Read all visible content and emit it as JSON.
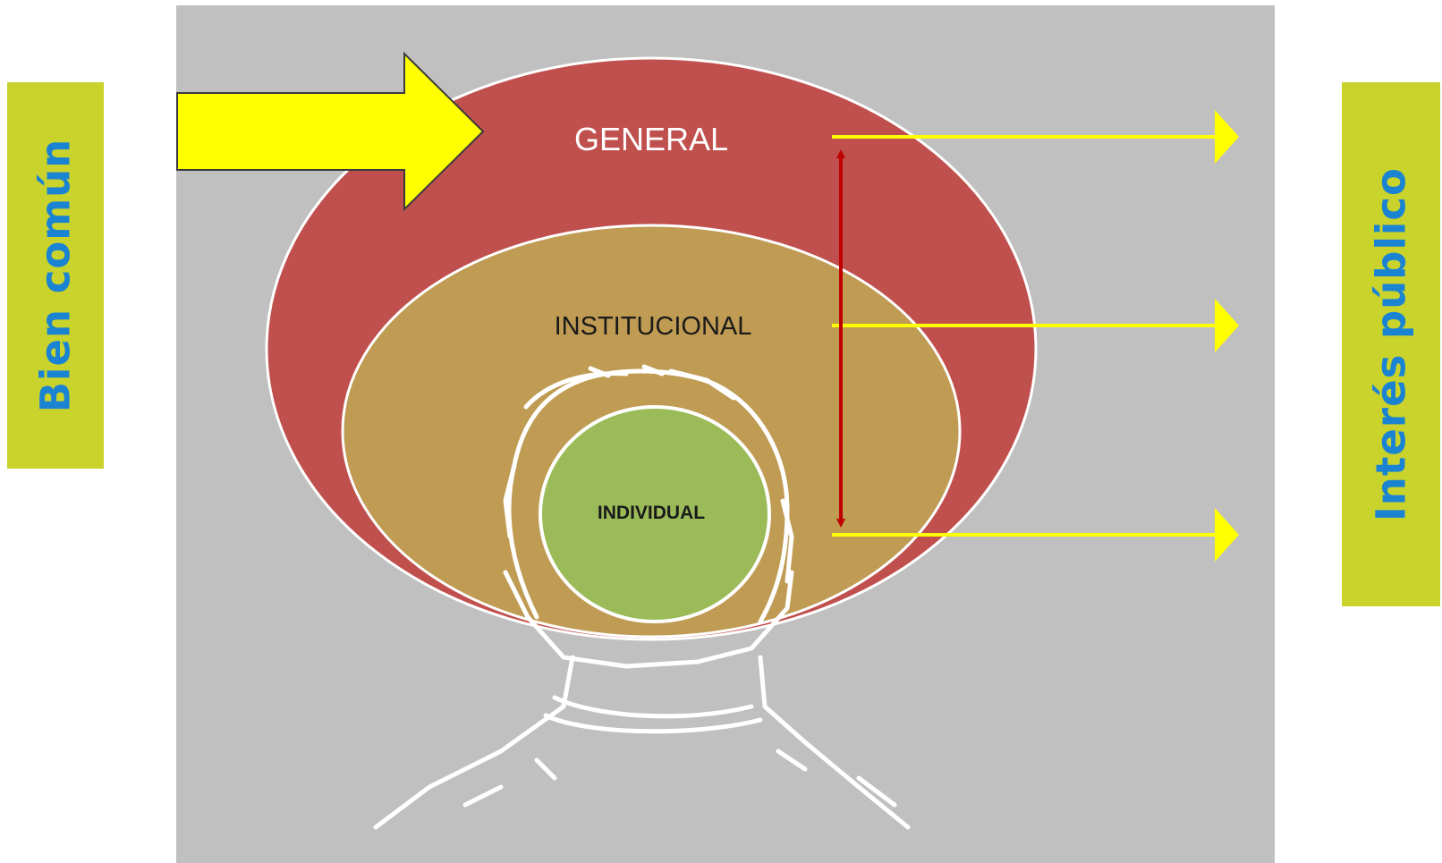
{
  "left_label": "Bien común",
  "right_label": "Interés público",
  "levels": {
    "general": "GENERAL",
    "institutional": "INSTITUCIONAL",
    "individual": "INDIVIDUAL"
  },
  "colors": {
    "background_panel": "#c0c0c0",
    "side_label_bg": "#c9d32c",
    "side_label_text": "#1a84d2",
    "general_ring": "#c0504d",
    "institutional_ring": "#bf9b53",
    "individual_circle": "#9bbb59",
    "arrows": "#ffff00",
    "double_arrow": "#c00000"
  }
}
